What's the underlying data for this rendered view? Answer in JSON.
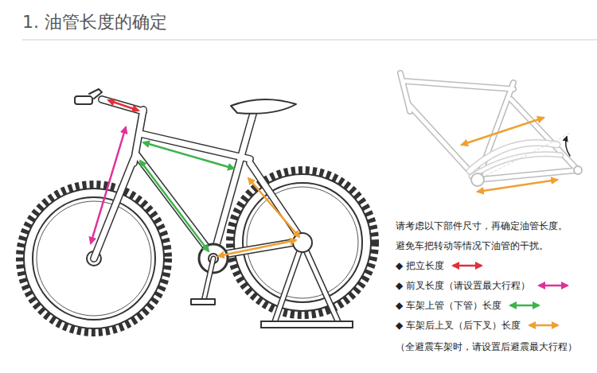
{
  "diagram": {
    "title": "1. 油管长度的确定",
    "labels": [
      "请考虑以下部件尺寸，再确定油管长度。",
      "避免车把转动等情况下油管的干扰。",
      "（全避震车架时，请设置后避震最大行程）"
    ],
    "legend": [
      {
        "text": "◆ 把立长度"
      },
      {
        "text": "◆ 前叉长度（请设置最大行程）"
      },
      {
        "text": "◆ 车架上管（下管）长度"
      },
      {
        "text": "◆ 车架后上叉（后下叉）长度"
      }
    ]
  }
}
